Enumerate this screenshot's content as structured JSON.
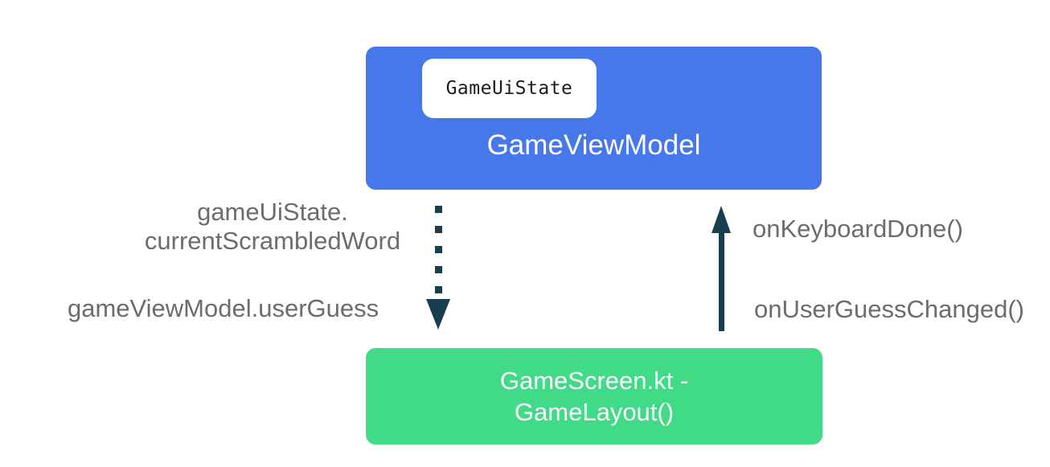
{
  "diagram": {
    "colors": {
      "viewmodel_box": "#4778E9",
      "screen_box": "#41DB87",
      "arrow": "#173F4F",
      "label_text": "#6C6C6C",
      "chip_bg": "#FFFFFF",
      "chip_text": "#1C1C1C"
    },
    "viewmodel_box": {
      "title": "GameViewModel",
      "chip_label": "GameUiState"
    },
    "screen_box": {
      "title_line1": "GameScreen.kt -",
      "title_line2": "GameLayout()"
    },
    "down_flow": {
      "label_line1": "gameUiState.",
      "label_line2": "currentScrambledWord",
      "label_bottom": "gameViewModel.userGuess"
    },
    "up_flow": {
      "label_top": "onKeyboardDone()",
      "label_bottom": "onUserGuessChanged()"
    }
  }
}
